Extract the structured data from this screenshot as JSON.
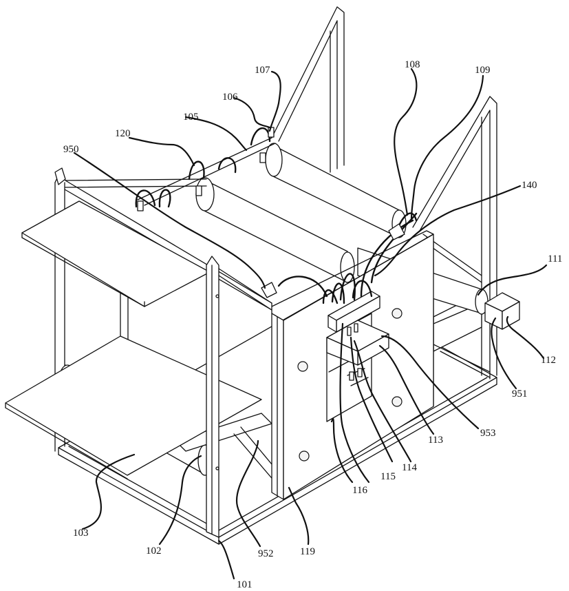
{
  "figure": {
    "labels": [
      {
        "key": "l101",
        "text": "101"
      },
      {
        "key": "l102",
        "text": "102"
      },
      {
        "key": "l103",
        "text": "103"
      },
      {
        "key": "l105",
        "text": "105"
      },
      {
        "key": "l106",
        "text": "106"
      },
      {
        "key": "l107",
        "text": "107"
      },
      {
        "key": "l108",
        "text": "108"
      },
      {
        "key": "l109",
        "text": "109"
      },
      {
        "key": "l111",
        "text": "111"
      },
      {
        "key": "l112",
        "text": "112"
      },
      {
        "key": "l113",
        "text": "113"
      },
      {
        "key": "l114",
        "text": "114"
      },
      {
        "key": "l115",
        "text": "115"
      },
      {
        "key": "l116",
        "text": "116"
      },
      {
        "key": "l119",
        "text": "119"
      },
      {
        "key": "l120",
        "text": "120"
      },
      {
        "key": "l140",
        "text": "140"
      },
      {
        "key": "l950",
        "text": "950"
      },
      {
        "key": "l951",
        "text": "951"
      },
      {
        "key": "l952",
        "text": "952"
      },
      {
        "key": "l953",
        "text": "953"
      }
    ]
  }
}
